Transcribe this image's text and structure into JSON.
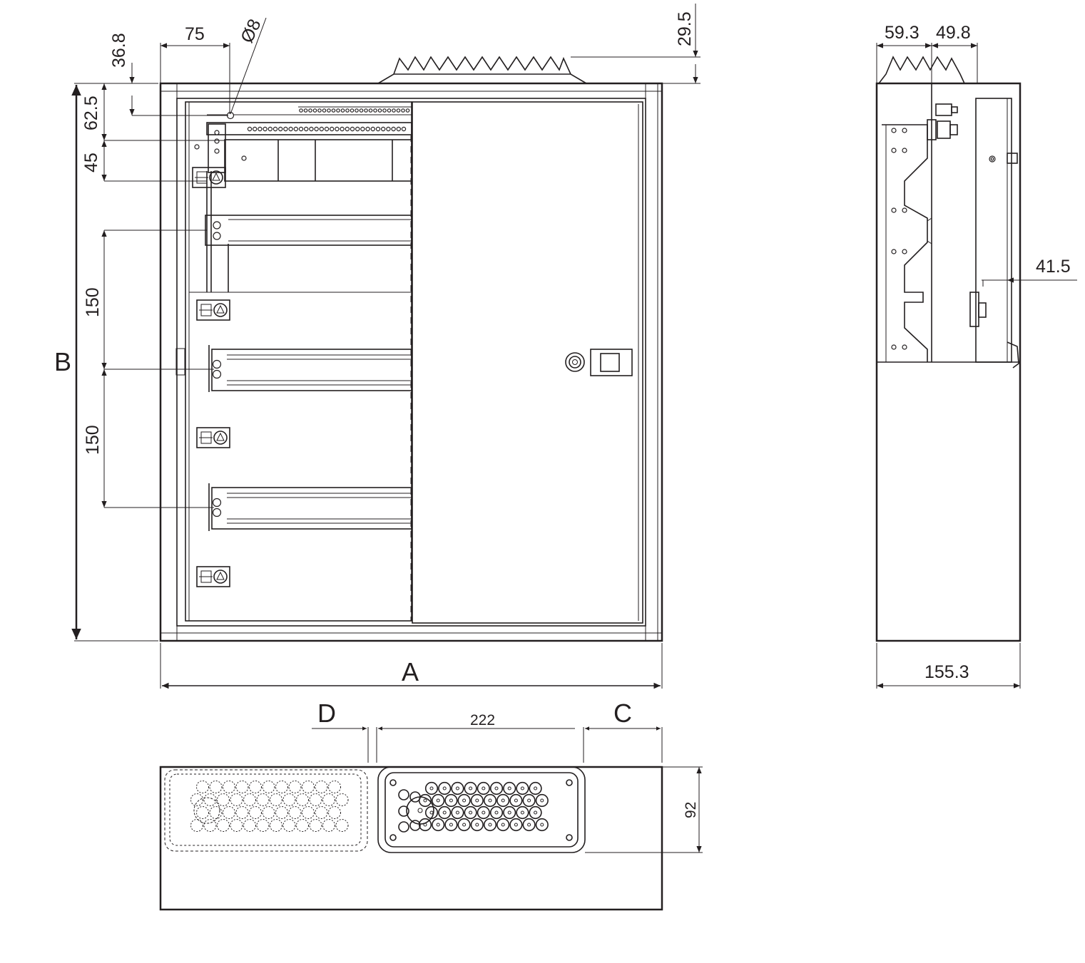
{
  "front_view": {
    "top_offset_label": "36.8",
    "hole_offset_label": "75",
    "hole_diameter_label": "Ø8",
    "vent_height_label": "29.5",
    "row1_label": "62.5",
    "row2_label": "45",
    "rail_spacing_1_label": "150",
    "rail_spacing_2_label": "150",
    "height_label": "B",
    "width_label": "A"
  },
  "side_view": {
    "vent_left_label": "59.3",
    "vent_right_label": "49.8",
    "door_depth_label": "41.5",
    "depth_label": "155.3"
  },
  "bottom_view": {
    "left_margin_label": "D",
    "gland_width_label": "222",
    "right_margin_label": "C",
    "gland_height_label": "92"
  }
}
